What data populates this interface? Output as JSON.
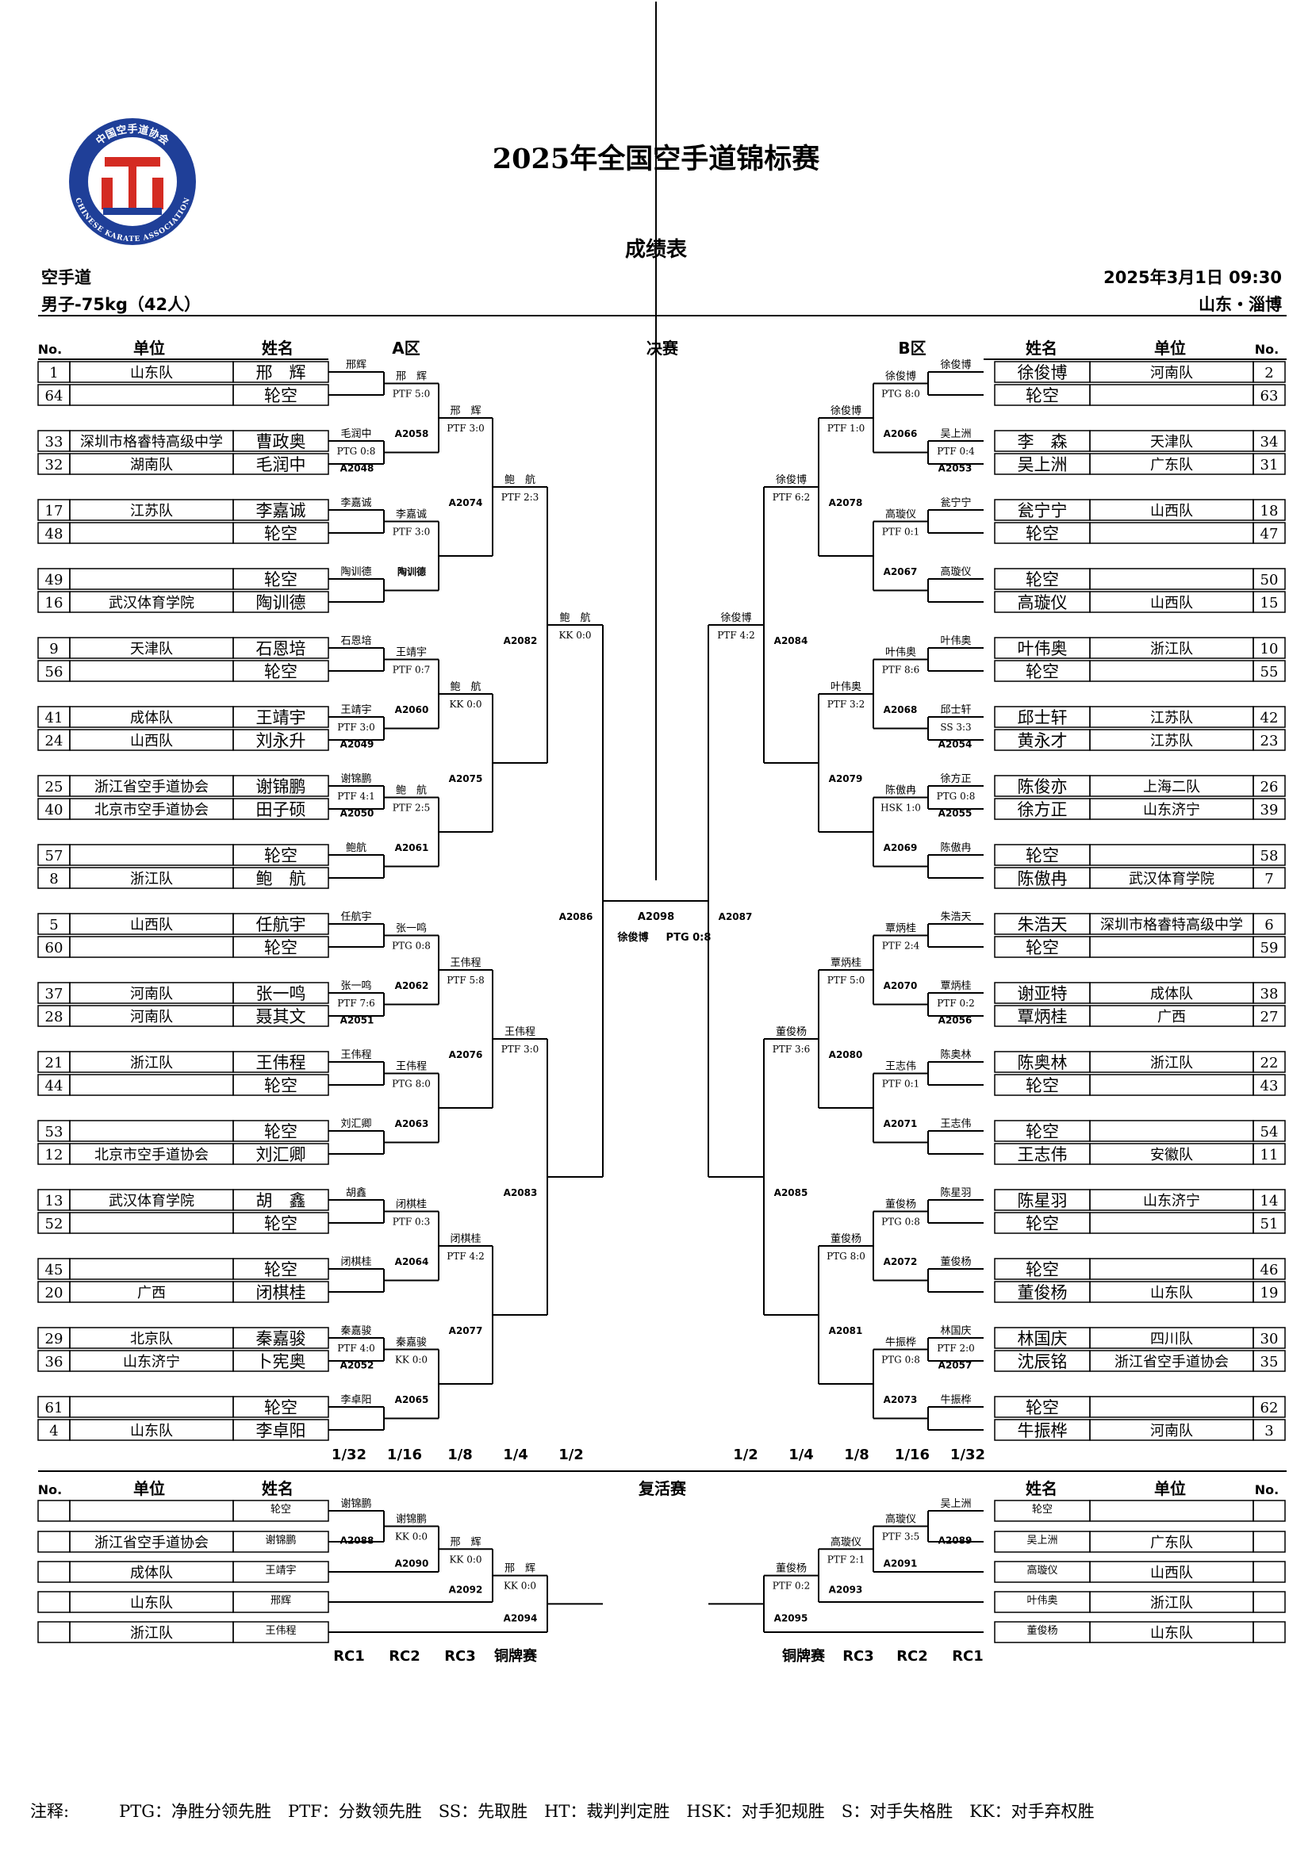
{
  "header": {
    "title": "2025年全国空手道锦标赛",
    "subtitle": "成绩表",
    "sport": "空手道",
    "category": "男子-75kg（42人）",
    "datetime": "2025年3月1日  09:30",
    "location": "山东・淄博"
  },
  "logo": {
    "text_top": "中国空手道协会",
    "text_bottom": "CHINESE KARATE ASSOCIATION",
    "colors": {
      "blue": "#1f3f98",
      "red": "#d42b22"
    }
  },
  "labels": {
    "no": "No.",
    "unit": "单位",
    "name": "姓名",
    "zone_a": "A区",
    "zone_b": "B区",
    "final": "决赛",
    "rep_title": "复活赛",
    "rounds_left": [
      "1/32",
      "1/16",
      "1/8",
      "1/4",
      "1/2"
    ],
    "rounds_right": [
      "1/2",
      "1/4",
      "1/8",
      "1/16",
      "1/32"
    ],
    "rep_rounds_left": [
      "RC1",
      "RC2",
      "RC3",
      "铜牌赛"
    ],
    "rep_rounds_right": [
      "铜牌赛",
      "RC3",
      "RC2",
      "RC1"
    ]
  },
  "left_entries": [
    {
      "no": "1",
      "unit": "山东队",
      "name": "邢　辉"
    },
    {
      "no": "64",
      "unit": "",
      "name": "轮空"
    },
    {
      "no": "33",
      "unit": "深圳市格睿特高级中学",
      "name": "曹政奥"
    },
    {
      "no": "32",
      "unit": "湖南队",
      "name": "毛润中"
    },
    {
      "no": "17",
      "unit": "江苏队",
      "name": "李嘉诚"
    },
    {
      "no": "48",
      "unit": "",
      "name": "轮空"
    },
    {
      "no": "49",
      "unit": "",
      "name": "轮空"
    },
    {
      "no": "16",
      "unit": "武汉体育学院",
      "name": "陶训德"
    },
    {
      "no": "9",
      "unit": "天津队",
      "name": "石恩培"
    },
    {
      "no": "56",
      "unit": "",
      "name": "轮空"
    },
    {
      "no": "41",
      "unit": "成体队",
      "name": "王靖宇"
    },
    {
      "no": "24",
      "unit": "山西队",
      "name": "刘永升"
    },
    {
      "no": "25",
      "unit": "浙江省空手道协会",
      "name": "谢锦鹏"
    },
    {
      "no": "40",
      "unit": "北京市空手道协会",
      "name": "田子硕"
    },
    {
      "no": "57",
      "unit": "",
      "name": "轮空"
    },
    {
      "no": "8",
      "unit": "浙江队",
      "name": "鲍　航"
    },
    {
      "no": "5",
      "unit": "山西队",
      "name": "任航宇"
    },
    {
      "no": "60",
      "unit": "",
      "name": "轮空"
    },
    {
      "no": "37",
      "unit": "河南队",
      "name": "张一鸣"
    },
    {
      "no": "28",
      "unit": "河南队",
      "name": "聂其文"
    },
    {
      "no": "21",
      "unit": "浙江队",
      "name": "王伟程"
    },
    {
      "no": "44",
      "unit": "",
      "name": "轮空"
    },
    {
      "no": "53",
      "unit": "",
      "name": "轮空"
    },
    {
      "no": "12",
      "unit": "北京市空手道协会",
      "name": "刘汇卿"
    },
    {
      "no": "13",
      "unit": "武汉体育学院",
      "name": "胡　鑫"
    },
    {
      "no": "52",
      "unit": "",
      "name": "轮空"
    },
    {
      "no": "45",
      "unit": "",
      "name": "轮空"
    },
    {
      "no": "20",
      "unit": "广西",
      "name": "闭棋桂"
    },
    {
      "no": "29",
      "unit": "北京队",
      "name": "秦嘉骏"
    },
    {
      "no": "36",
      "unit": "山东济宁",
      "name": "卜宪奥"
    },
    {
      "no": "61",
      "unit": "",
      "name": "轮空"
    },
    {
      "no": "4",
      "unit": "山东队",
      "name": "李卓阳"
    }
  ],
  "right_entries": [
    {
      "no": "2",
      "unit": "河南队",
      "name": "徐俊博"
    },
    {
      "no": "63",
      "unit": "",
      "name": "轮空"
    },
    {
      "no": "34",
      "unit": "天津队",
      "name": "李　森"
    },
    {
      "no": "31",
      "unit": "广东队",
      "name": "吴上洲"
    },
    {
      "no": "18",
      "unit": "山西队",
      "name": "瓮宁宁"
    },
    {
      "no": "47",
      "unit": "",
      "name": "轮空"
    },
    {
      "no": "50",
      "unit": "",
      "name": "轮空"
    },
    {
      "no": "15",
      "unit": "山西队",
      "name": "高璇仪"
    },
    {
      "no": "10",
      "unit": "浙江队",
      "name": "叶伟奥"
    },
    {
      "no": "55",
      "unit": "",
      "name": "轮空"
    },
    {
      "no": "42",
      "unit": "江苏队",
      "name": "邱士轩"
    },
    {
      "no": "23",
      "unit": "江苏队",
      "name": "黄永才"
    },
    {
      "no": "26",
      "unit": "上海二队",
      "name": "陈俊亦"
    },
    {
      "no": "39",
      "unit": "山东济宁",
      "name": "徐方正"
    },
    {
      "no": "58",
      "unit": "",
      "name": "轮空"
    },
    {
      "no": "7",
      "unit": "武汉体育学院",
      "name": "陈傲冉"
    },
    {
      "no": "6",
      "unit": "深圳市格睿特高级中学",
      "name": "朱浩天"
    },
    {
      "no": "59",
      "unit": "",
      "name": "轮空"
    },
    {
      "no": "38",
      "unit": "成体队",
      "name": "谢亚特"
    },
    {
      "no": "27",
      "unit": "广西",
      "name": "覃炳桂"
    },
    {
      "no": "22",
      "unit": "浙江队",
      "name": "陈奥林"
    },
    {
      "no": "43",
      "unit": "",
      "name": "轮空"
    },
    {
      "no": "54",
      "unit": "",
      "name": "轮空"
    },
    {
      "no": "11",
      "unit": "安徽队",
      "name": "王志伟"
    },
    {
      "no": "14",
      "unit": "山东济宁",
      "name": "陈星羽"
    },
    {
      "no": "51",
      "unit": "",
      "name": "轮空"
    },
    {
      "no": "46",
      "unit": "",
      "name": "轮空"
    },
    {
      "no": "19",
      "unit": "山东队",
      "name": "董俊杨"
    },
    {
      "no": "30",
      "unit": "四川队",
      "name": "林国庆"
    },
    {
      "no": "35",
      "unit": "浙江省空手道协会",
      "name": "沈辰铭"
    },
    {
      "no": "62",
      "unit": "",
      "name": "轮空"
    },
    {
      "no": "3",
      "unit": "河南队",
      "name": "牛振桦"
    }
  ],
  "left_rounds": [
    [
      {
        "match": "",
        "winner": "邢辉",
        "score": ""
      },
      {
        "match": "A2048",
        "winner": "毛润中",
        "score": "PTG 0:8"
      },
      {
        "match": "",
        "winner": "李嘉诚",
        "score": ""
      },
      {
        "match": "",
        "winner": "陶训德",
        "score": ""
      },
      {
        "match": "",
        "winner": "石恩培",
        "score": ""
      },
      {
        "match": "A2049",
        "winner": "王靖宇",
        "score": "PTF 3:0"
      },
      {
        "match": "A2050",
        "winner": "谢锦鹏",
        "score": "PTF 4:1"
      },
      {
        "match": "",
        "winner": "鲍航",
        "score": ""
      },
      {
        "match": "",
        "winner": "任航宇",
        "score": ""
      },
      {
        "match": "A2051",
        "winner": "张一鸣",
        "score": "PTF 7:6"
      },
      {
        "match": "",
        "winner": "王伟程",
        "score": ""
      },
      {
        "match": "",
        "winner": "刘汇卿",
        "score": ""
      },
      {
        "match": "",
        "winner": "胡鑫",
        "score": ""
      },
      {
        "match": "",
        "winner": "闭棋桂",
        "score": ""
      },
      {
        "match": "A2052",
        "winner": "秦嘉骏",
        "score": "PTF 4:0"
      },
      {
        "match": "",
        "winner": "李卓阳",
        "score": ""
      }
    ],
    [
      {
        "match": "A2058",
        "winner": "邢　辉",
        "score": "PTF 5:0"
      },
      {
        "match": "陶训德",
        "winner": "李嘉诚",
        "score": "PTF 3:0"
      },
      {
        "match": "A2060",
        "winner": "王靖宇",
        "score": "PTF 0:7"
      },
      {
        "match": "A2061",
        "winner": "鲍　航",
        "score": "PTF 2:5"
      },
      {
        "match": "A2062",
        "winner": "张一鸣",
        "score": "PTG 0:8"
      },
      {
        "match": "A2063",
        "winner": "王伟程",
        "score": "PTG 8:0"
      },
      {
        "match": "A2064",
        "winner": "闭棋桂",
        "score": "PTF 0:3"
      },
      {
        "match": "A2065",
        "winner": "秦嘉骏",
        "score": "KK 0:0"
      }
    ],
    [
      {
        "match": "A2074",
        "winner": "邢　辉",
        "score": "PTF 3:0"
      },
      {
        "match": "A2075",
        "winner": "鲍　航",
        "score": "KK 0:0"
      },
      {
        "match": "A2076",
        "winner": "王伟程",
        "score": "PTF 5:8"
      },
      {
        "match": "A2077",
        "winner": "闭棋桂",
        "score": "PTF 4:2"
      }
    ],
    [
      {
        "match": "A2082",
        "winner": "鲍　航",
        "score": "PTF 2:3"
      },
      {
        "match": "A2083",
        "winner": "王伟程",
        "score": "PTF 3:0"
      }
    ],
    [
      {
        "match": "A2086",
        "winner": "鲍　航",
        "score": "KK 0:0"
      }
    ]
  ],
  "right_rounds": [
    [
      {
        "match": "",
        "winner": "徐俊博",
        "score": ""
      },
      {
        "match": "A2053",
        "winner": "吴上洲",
        "score": "PTF 0:4"
      },
      {
        "match": "",
        "winner": "瓮宁宁",
        "score": ""
      },
      {
        "match": "",
        "winner": "高璇仪",
        "score": ""
      },
      {
        "match": "",
        "winner": "叶伟奥",
        "score": ""
      },
      {
        "match": "A2054",
        "winner": "邱士轩",
        "score": "SS 3:3"
      },
      {
        "match": "A2055",
        "winner": "徐方正",
        "score": "PTG 0:8"
      },
      {
        "match": "",
        "winner": "陈傲冉",
        "score": ""
      },
      {
        "match": "",
        "winner": "朱浩天",
        "score": ""
      },
      {
        "match": "A2056",
        "winner": "覃炳桂",
        "score": "PTF 0:2"
      },
      {
        "match": "",
        "winner": "陈奥林",
        "score": ""
      },
      {
        "match": "",
        "winner": "王志伟",
        "score": ""
      },
      {
        "match": "",
        "winner": "陈星羽",
        "score": ""
      },
      {
        "match": "",
        "winner": "董俊杨",
        "score": ""
      },
      {
        "match": "A2057",
        "winner": "林国庆",
        "score": "PTF 2:0"
      },
      {
        "match": "",
        "winner": "牛振桦",
        "score": ""
      }
    ],
    [
      {
        "match": "A2066",
        "winner": "徐俊博",
        "score": "PTG 8:0"
      },
      {
        "match": "A2067",
        "winner": "高璇仪",
        "score": "PTF 0:1"
      },
      {
        "match": "A2068",
        "winner": "叶伟奥",
        "score": "PTF 8:6"
      },
      {
        "match": "A2069",
        "winner": "陈傲冉",
        "score": "HSK 1:0"
      },
      {
        "match": "A2070",
        "winner": "覃炳桂",
        "score": "PTF 2:4"
      },
      {
        "match": "A2071",
        "winner": "王志伟",
        "score": "PTF 0:1"
      },
      {
        "match": "A2072",
        "winner": "董俊杨",
        "score": "PTG 0:8"
      },
      {
        "match": "A2073",
        "winner": "牛振桦",
        "score": "PTG 0:8"
      }
    ],
    [
      {
        "match": "A2078",
        "winner": "徐俊博",
        "score": "PTF 1:0"
      },
      {
        "match": "A2079",
        "winner": "叶伟奥",
        "score": "PTF 3:2"
      },
      {
        "match": "A2080",
        "winner": "覃炳桂",
        "score": "PTF 5:0"
      },
      {
        "match": "A2081",
        "winner": "董俊杨",
        "score": "PTG 8:0"
      }
    ],
    [
      {
        "match": "A2084",
        "winner": "徐俊博",
        "score": "PTF 6:2"
      },
      {
        "match": "A2085",
        "winner": "董俊杨",
        "score": "PTF 3:6"
      }
    ],
    [
      {
        "match": "A2087",
        "winner": "徐俊博",
        "score": "PTF 4:2"
      }
    ]
  ],
  "final": {
    "match": "A2098",
    "winner": "徐俊博",
    "score": "PTG 0:8"
  },
  "rep_left_entries": [
    {
      "unit": "",
      "name": "轮空"
    },
    {
      "unit": "浙江省空手道协会",
      "name": "谢锦鹏"
    },
    {
      "unit": "成体队",
      "name": "王靖宇"
    },
    {
      "unit": "山东队",
      "name": "邢辉"
    },
    {
      "unit": "浙江队",
      "name": "王伟程"
    }
  ],
  "rep_right_entries": [
    {
      "unit": "",
      "name": "轮空"
    },
    {
      "unit": "广东队",
      "name": "吴上洲"
    },
    {
      "unit": "山西队",
      "name": "高璇仪"
    },
    {
      "unit": "浙江队",
      "name": "叶伟奥"
    },
    {
      "unit": "山东队",
      "name": "董俊杨"
    }
  ],
  "rep_left_matches": [
    {
      "match": "A2088",
      "winner": "谢锦鹏",
      "score": ""
    },
    {
      "match": "A2090",
      "winner": "谢锦鹏",
      "score": "KK 0:0"
    },
    {
      "match": "A2092",
      "winner": "邢　辉",
      "score": "KK 0:0"
    },
    {
      "match": "A2094",
      "winner": "邢　辉",
      "score": "KK 0:0"
    }
  ],
  "rep_right_matches": [
    {
      "match": "A2089",
      "winner": "吴上洲",
      "score": ""
    },
    {
      "match": "A2091",
      "winner": "高璇仪",
      "score": "PTF 3:5"
    },
    {
      "match": "A2093",
      "winner": "高璇仪",
      "score": "PTF 2:1"
    },
    {
      "match": "A2095",
      "winner": "董俊杨",
      "score": "PTF 0:2"
    }
  ],
  "legend": "注释:　　　PTG：净胜分领先胜　PTF：分数领先胜　SS：先取胜　HT：裁判判定胜　HSK：对手犯规胜　S：对手失格胜　KK：对手弃权胜"
}
